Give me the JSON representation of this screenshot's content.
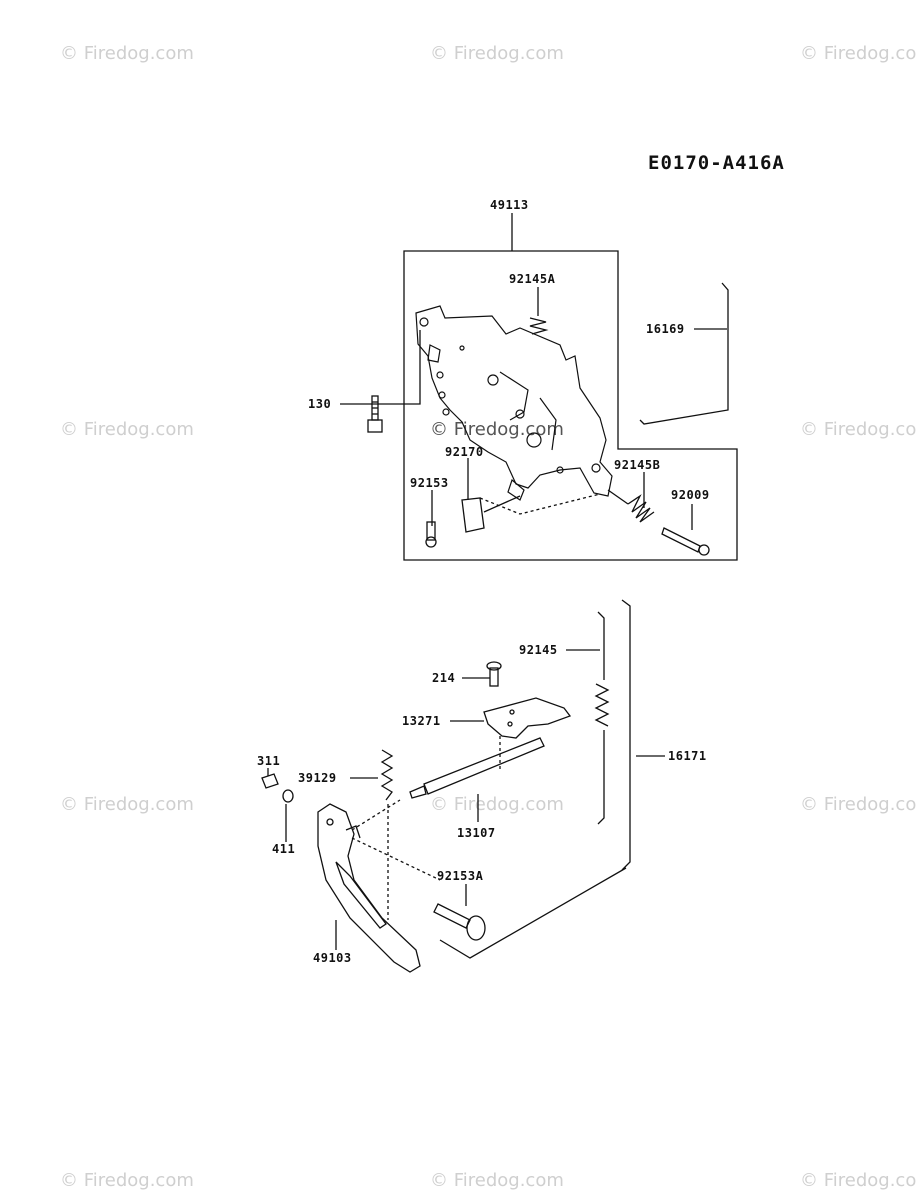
{
  "diagram": {
    "code": "E0170-A416A",
    "watermark_text": "© Firedog.com",
    "parts": {
      "p49113": "49113",
      "p92145A": "92145A",
      "p16169": "16169",
      "p130": "130",
      "p92170": "92170",
      "p92153": "92153",
      "p92145B": "92145B",
      "p92009": "92009",
      "p92145": "92145",
      "p214": "214",
      "p13271": "13271",
      "p16171": "16171",
      "p311": "311",
      "p39129": "39129",
      "p13107": "13107",
      "p411": "411",
      "p92153A": "92153A",
      "p49103": "49103"
    }
  },
  "colors": {
    "line": "#111111",
    "watermark": "#cfcfcf",
    "background": "#ffffff"
  }
}
